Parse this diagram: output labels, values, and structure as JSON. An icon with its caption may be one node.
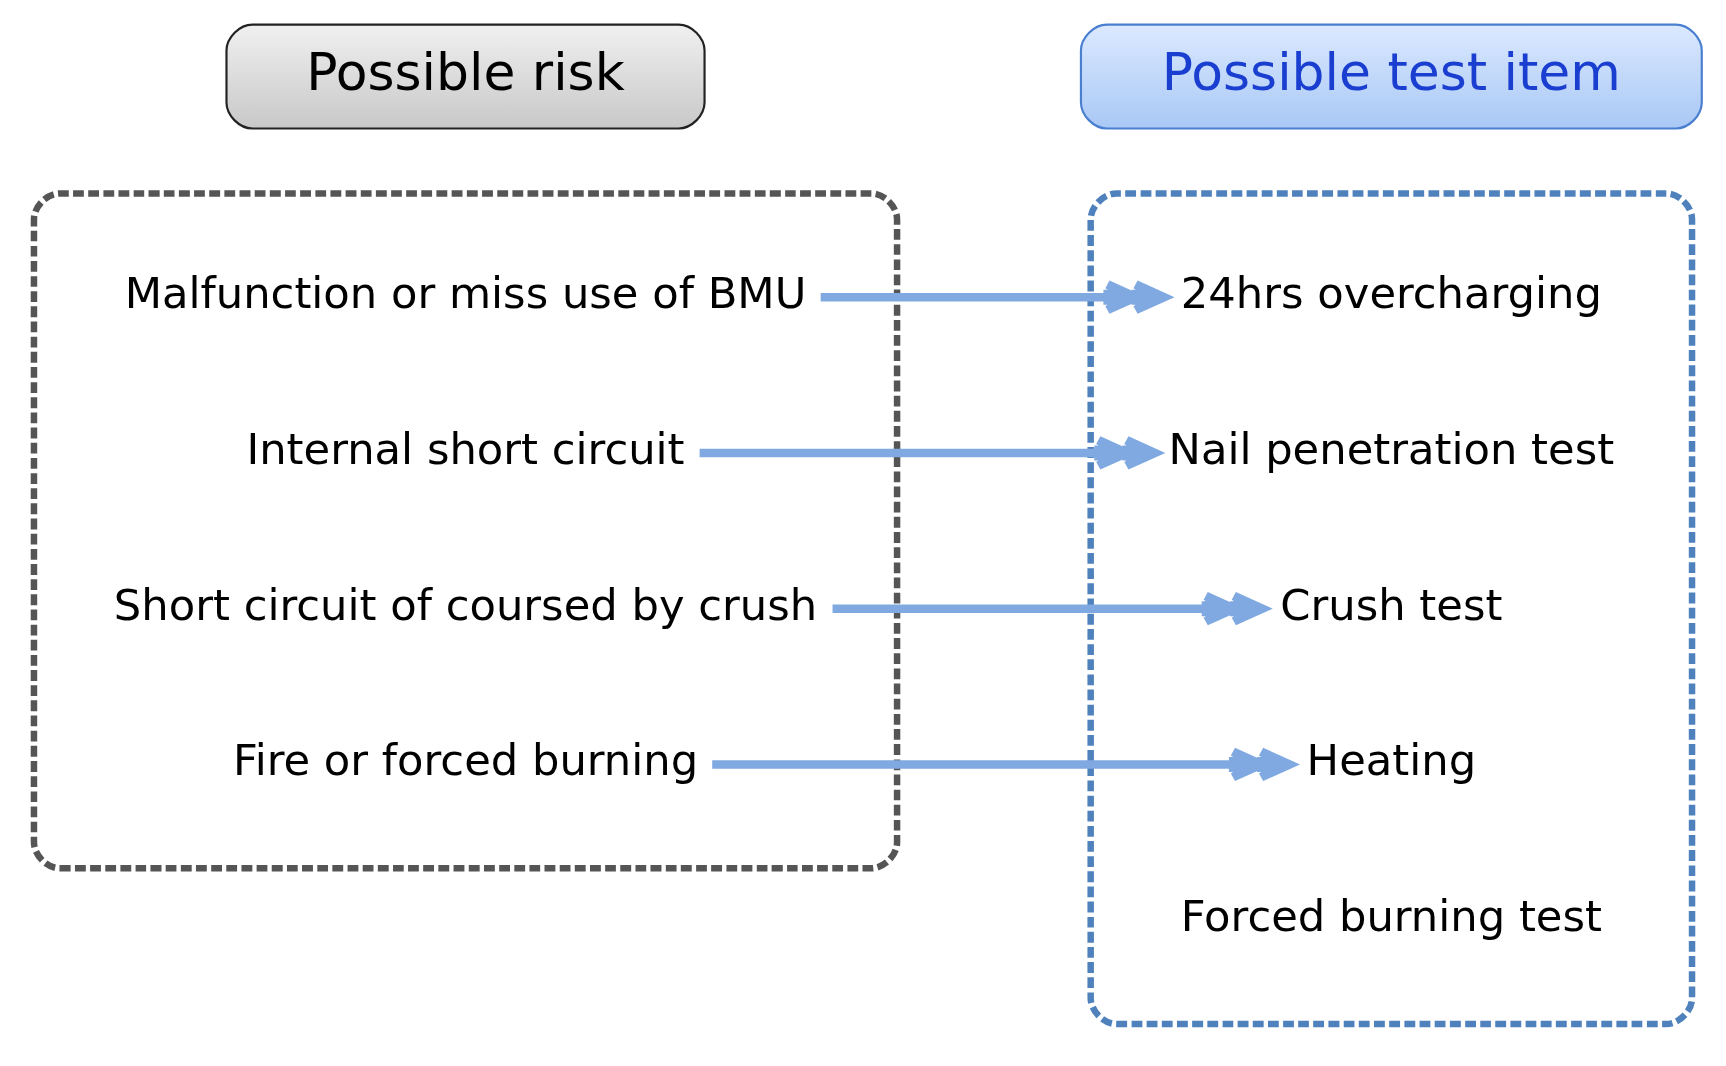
{
  "diagram": {
    "nodes": [
      {
        "text": [
          "Possible risk"
        ]
      },
      {
        "text": [],
        "shape": "box"
      },
      {
        "text": [
          "Malfunction or miss use of BMU"
        ],
        "in": 1
      },
      {
        "text": [
          "Internal short circuit"
        ],
        "in": 1
      },
      {
        "text": [
          "Short circuit of coursed by crush"
        ],
        "in": 1
      },
      {
        "text": [
          "Fire or forced burning"
        ],
        "in": 1
      },
      {
        "text": [
          "Possible test item"
        ]
      },
      {
        "text": [],
        "shape": "box"
      },
      {
        "text": [
          "24hrs overcharging"
        ],
        "in": 7
      },
      {
        "text": [
          "Nail penetration test"
        ],
        "in": 7
      },
      {
        "text": [
          "Crush test"
        ],
        "in": 7
      },
      {
        "text": [
          "Heating"
        ],
        "in": 7
      },
      {
        "text": [
          "Forced burning test"
        ],
        "in": 7
      }
    ],
    "edges": [
      {
        "from": 2,
        "to": 8,
        "arrow": "to"
      },
      {
        "from": 3,
        "to": 9,
        "arrow": "to"
      },
      {
        "from": 4,
        "to": 10,
        "arrow": "to"
      },
      {
        "from": 5,
        "to": 11,
        "arrow": "to"
      }
    ]
  }
}
